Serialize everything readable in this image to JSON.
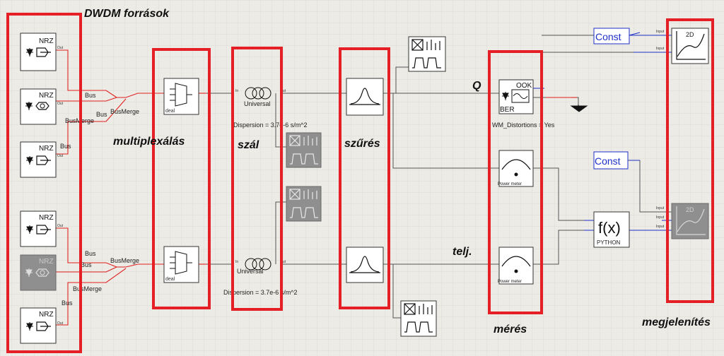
{
  "captions": {
    "sources": "DWDM források",
    "mux": "multiplexálás",
    "fiber": "szál",
    "filter": "szűrés",
    "measure": "mérés",
    "display": "megjelenítés",
    "q": "Q",
    "power": "telj."
  },
  "blocks": {
    "transmitter": "NRZ",
    "bus": "Bus",
    "bus_merge": "BusMerge",
    "out": "Out",
    "deal": "deal",
    "universal": "Universal",
    "in": "In",
    "dispersion_top": "Dispersion = 3.7e-6 s/m^2",
    "dispersion_bottom": "Dispersion = 3.7e-6 s/m^2",
    "ber": "BER",
    "ook": "OOK",
    "wm_distortions": "WM_Distortions = Yes",
    "power_meter": "Power meter",
    "const": "Const",
    "fx": "f(x)",
    "python": "PYTHON",
    "plot_2d": "2D",
    "input": "Input"
  },
  "colors": {
    "frame": "#e41f25",
    "signal": "#e02020",
    "control": "#1e2fc8",
    "background": "#ecebe6"
  }
}
